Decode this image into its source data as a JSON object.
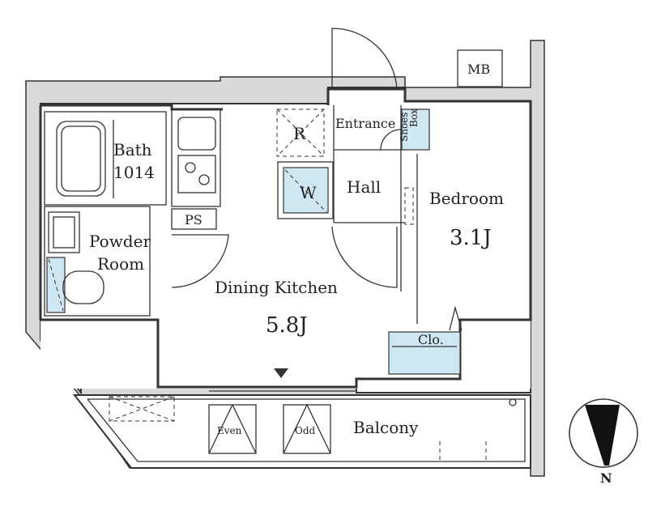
{
  "rooms": {
    "bath": {
      "name": "Bath",
      "size": "1014"
    },
    "powder": {
      "line1": "Powder",
      "line2": "Room"
    },
    "dining": {
      "name": "Dining Kitchen",
      "size": "5.8J"
    },
    "bedroom": {
      "name": "Bedroom",
      "size": "3.1J"
    },
    "entrance": "Entrance",
    "hall": "Hall",
    "balcony": "Balcony"
  },
  "fixtures": {
    "mb": "MB",
    "ps": "PS",
    "refrigerator": "R",
    "washer": "W",
    "shoes_box_line1": "Shoes",
    "shoes_box_line2": "Box",
    "closet": "Clo.",
    "even_hatch": "Even",
    "odd_hatch": "Odd"
  },
  "compass": {
    "north": "N"
  },
  "colors": {
    "wall": "#333333",
    "fixture_blue": "#cfe6f3",
    "wall_fill": "#d9d9d9"
  }
}
